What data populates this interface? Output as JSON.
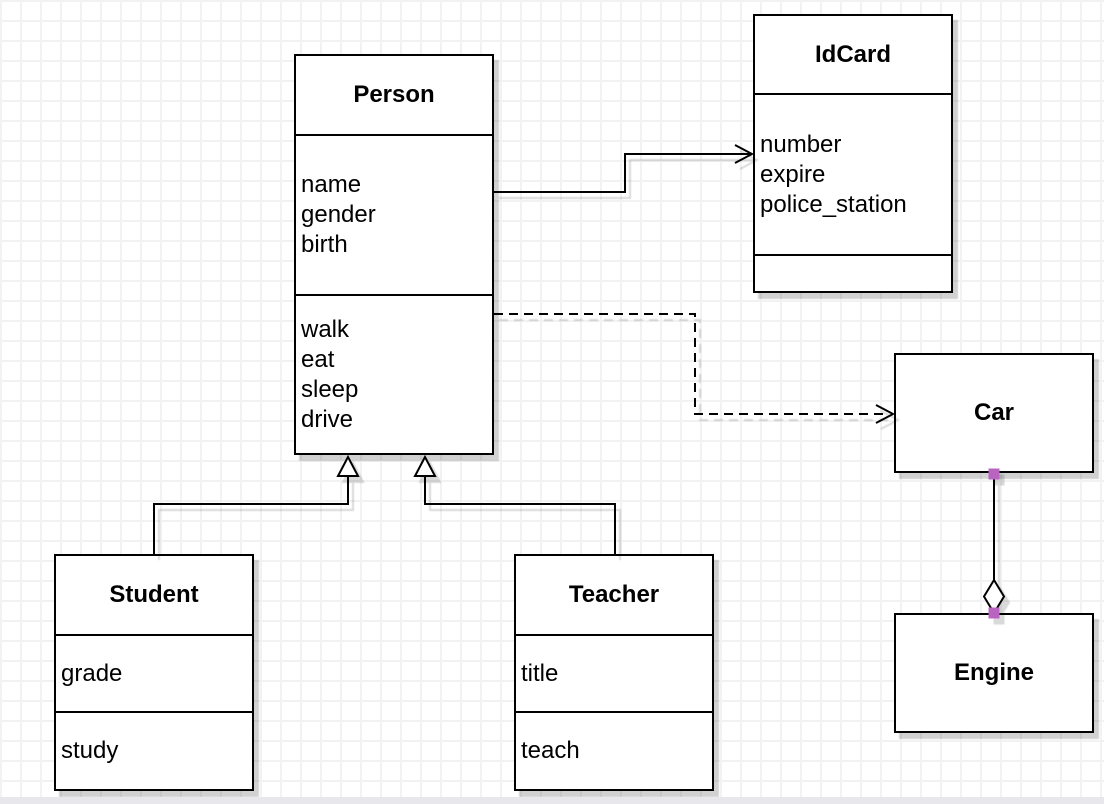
{
  "canvas": {
    "background": "#ffffff",
    "grid_color": "#f2f2f4",
    "line_color": "#000000",
    "shadow_color": "rgba(0,0,0,0.18)",
    "handle_color": "#b964c0",
    "bottom_edge_color": "#e8e8ec"
  },
  "classes": {
    "person": {
      "name": "Person",
      "attributes": [
        "name",
        "gender",
        "birth"
      ],
      "methods": [
        "walk",
        "eat",
        "sleep",
        "drive"
      ]
    },
    "idcard": {
      "name": "IdCard",
      "attributes": [
        "number",
        "expire",
        "police_station"
      ],
      "methods": []
    },
    "car": {
      "name": "Car",
      "attributes": [],
      "methods": []
    },
    "engine": {
      "name": "Engine",
      "attributes": [],
      "methods": []
    },
    "student": {
      "name": "Student",
      "attributes": [
        "grade"
      ],
      "methods": [
        "study"
      ]
    },
    "teacher": {
      "name": "Teacher",
      "attributes": [
        "title"
      ],
      "methods": [
        "teach"
      ]
    }
  },
  "relationships": [
    {
      "from": "Person",
      "to": "IdCard",
      "type": "association",
      "style": "solid line, open arrow at IdCard"
    },
    {
      "from": "Person",
      "to": "Car",
      "type": "dependency",
      "style": "dashed line, open arrow at Car"
    },
    {
      "from": "Student",
      "to": "Person",
      "type": "generalization",
      "style": "solid line, hollow triangle at Person"
    },
    {
      "from": "Teacher",
      "to": "Person",
      "type": "generalization",
      "style": "solid line, hollow triangle at Person"
    },
    {
      "from": "Car",
      "to": "Engine",
      "type": "aggregation",
      "style": "solid line, hollow diamond at Engine, purple endpoint handles"
    }
  ]
}
